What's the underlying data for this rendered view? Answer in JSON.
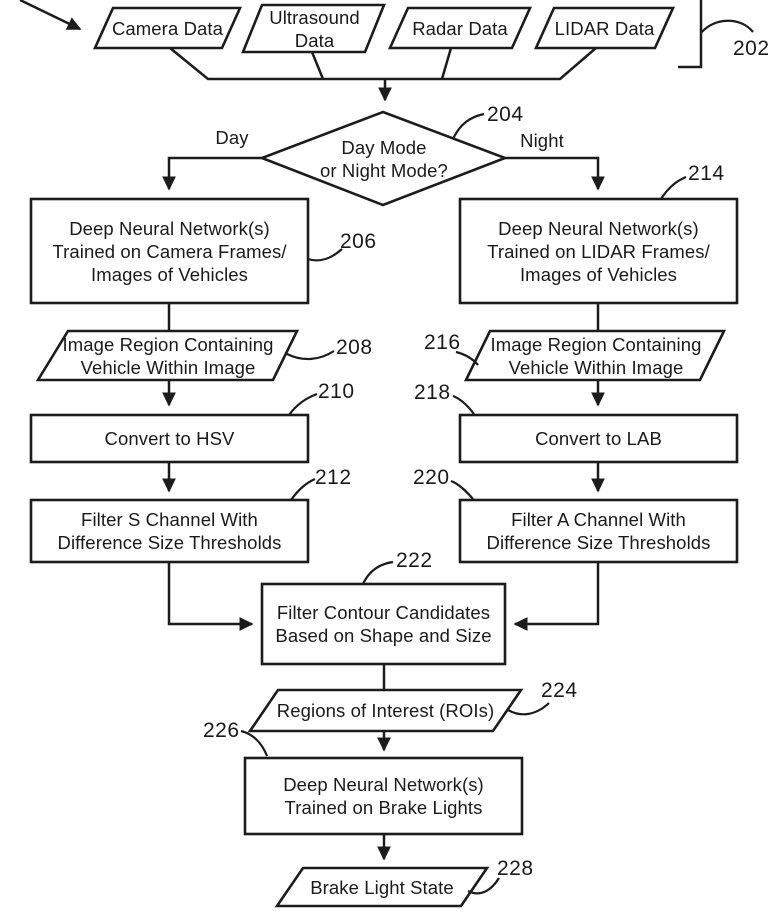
{
  "diagram": {
    "title_semantic": "Brake light detection pipeline flowchart",
    "ink_color": "#1c1c1c",
    "background_color": "#ffffff",
    "sensor_group_ref": "202",
    "branches": {
      "day": "Day",
      "night": "Night"
    },
    "nodes": {
      "camera_data": {
        "label": "Camera Data"
      },
      "ultrasound_data": {
        "label": [
          "Ultrasound",
          "Data"
        ]
      },
      "radar_data": {
        "label": "Radar Data"
      },
      "lidar_data": {
        "label": "LIDAR Data"
      },
      "day_night_decision": {
        "label": [
          "Day Mode",
          "or Night Mode?"
        ],
        "ref": "204"
      },
      "dnn_camera": {
        "label": [
          "Deep Neural Network(s)",
          "Trained on Camera Frames/",
          "Images of Vehicles"
        ],
        "ref": "206"
      },
      "dnn_lidar": {
        "label": [
          "Deep Neural Network(s)",
          "Trained on LIDAR Frames/",
          "Images of Vehicles"
        ],
        "ref": "214"
      },
      "image_region_day": {
        "label": [
          "Image Region Containing",
          "Vehicle Within Image"
        ],
        "ref": "208"
      },
      "image_region_night": {
        "label": [
          "Image Region Containing",
          "Vehicle Within Image"
        ],
        "ref": "216"
      },
      "convert_hsv": {
        "label": "Convert to HSV",
        "ref": "210"
      },
      "convert_lab": {
        "label": "Convert to LAB",
        "ref": "218"
      },
      "filter_s_channel": {
        "label": [
          "Filter S Channel With",
          "Difference Size Thresholds"
        ],
        "ref": "212"
      },
      "filter_a_channel": {
        "label": [
          "Filter A Channel With",
          "Difference Size Thresholds"
        ],
        "ref": "220"
      },
      "filter_contours": {
        "label": [
          "Filter Contour Candidates",
          "Based on Shape and Size"
        ],
        "ref": "222"
      },
      "rois": {
        "label": "Regions of Interest (ROIs)",
        "ref": "224"
      },
      "dnn_brake_lights": {
        "label": [
          "Deep Neural Network(s)",
          "Trained on Brake Lights"
        ],
        "ref": "226"
      },
      "brake_light_state": {
        "label": "Brake Light State",
        "ref": "228"
      }
    }
  }
}
